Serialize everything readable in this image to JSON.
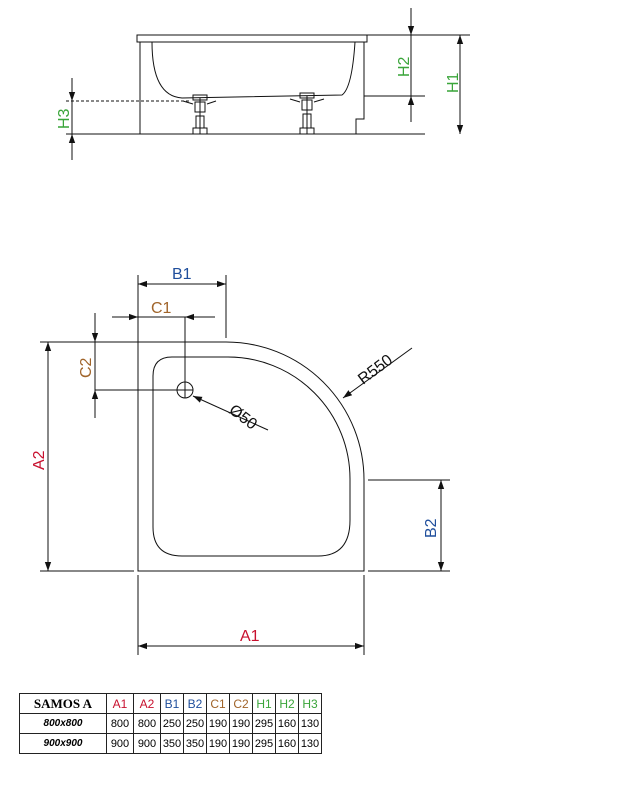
{
  "colors": {
    "red": "#c8102e",
    "blue": "#1f4e9c",
    "brown": "#a0642a",
    "green": "#3aa53a",
    "line": "#111111"
  },
  "side_view": {
    "labels": {
      "h1": "H1",
      "h2": "H2",
      "h3": "H3"
    }
  },
  "top_view": {
    "labels": {
      "a1": "A1",
      "a2": "A2",
      "b1": "B1",
      "b2": "B2",
      "c1": "C1",
      "c2": "C2",
      "radius": "R550",
      "drain": "Ø50"
    }
  },
  "spec_table": {
    "model": "SAMOS A",
    "columns": [
      "A1",
      "A2",
      "B1",
      "B2",
      "C1",
      "C2",
      "H1",
      "H2",
      "H3"
    ],
    "rows": [
      {
        "size": "800x800",
        "values": [
          "800",
          "800",
          "250",
          "250",
          "190",
          "190",
          "295",
          "160",
          "130"
        ]
      },
      {
        "size": "900x900",
        "values": [
          "900",
          "900",
          "350",
          "350",
          "190",
          "190",
          "295",
          "160",
          "130"
        ]
      }
    ]
  }
}
